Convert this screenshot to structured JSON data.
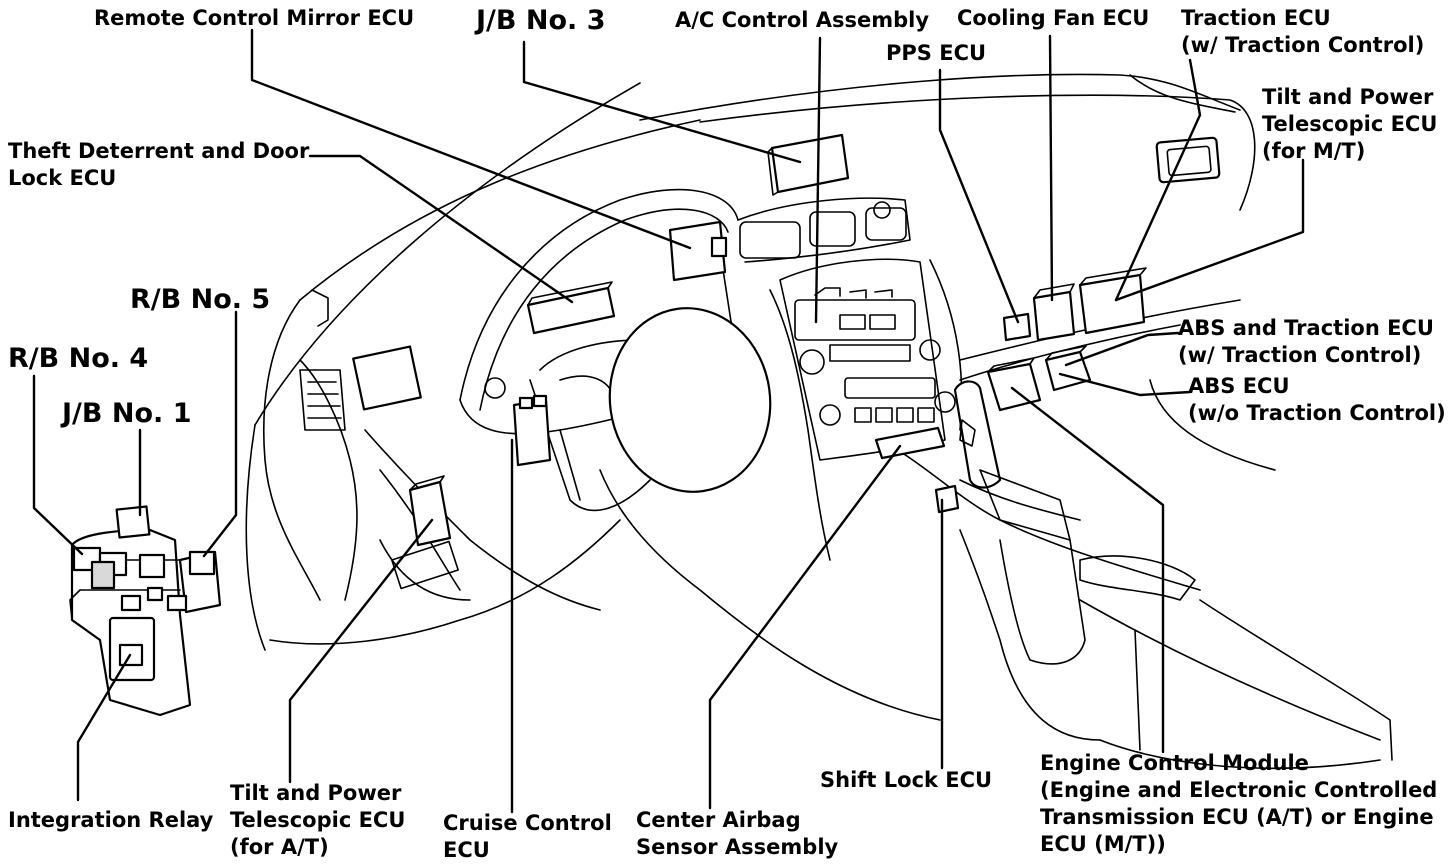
{
  "labels": {
    "remote_control_mirror_ecu": "Remote Control Mirror ECU",
    "jb_no3": "J/B No. 3",
    "ac_control_assembly": "A/C Control Assembly",
    "cooling_fan_ecu": "Cooling Fan ECU",
    "traction_ecu_1": "Traction ECU",
    "traction_ecu_2": "(w/ Traction Control)",
    "pps_ecu": "PPS ECU",
    "tilt_power_mt_1": "Tilt and Power",
    "tilt_power_mt_2": "Telescopic ECU",
    "tilt_power_mt_3": "(for M/T)",
    "theft_deterrent_1": "Theft Deterrent and Door",
    "theft_deterrent_2": "Lock ECU",
    "rb_no5": "R/B No. 5",
    "rb_no4": "R/B No. 4",
    "jb_no1": "J/B No. 1",
    "abs_traction_ecu_1": "ABS and Traction ECU",
    "abs_traction_ecu_2": "(w/ Traction Control)",
    "abs_ecu_1": "ABS ECU",
    "abs_ecu_2": "(w/o Traction Control)",
    "integration_relay": "Integration Relay",
    "tilt_power_at_1": "Tilt and Power",
    "tilt_power_at_2": "Telescopic ECU",
    "tilt_power_at_3": "(for A/T)",
    "cruise_control_1": "Cruise Control",
    "cruise_control_2": "ECU",
    "center_airbag_1": "Center Airbag",
    "center_airbag_2": "Sensor Assembly",
    "shift_lock_ecu": "Shift Lock ECU",
    "ecm_1": "Engine Control Module",
    "ecm_2": "(Engine and Electronic Controlled",
    "ecm_3": "Transmission ECU (A/T) or Engine",
    "ecm_4": "ECU (M/T))"
  }
}
